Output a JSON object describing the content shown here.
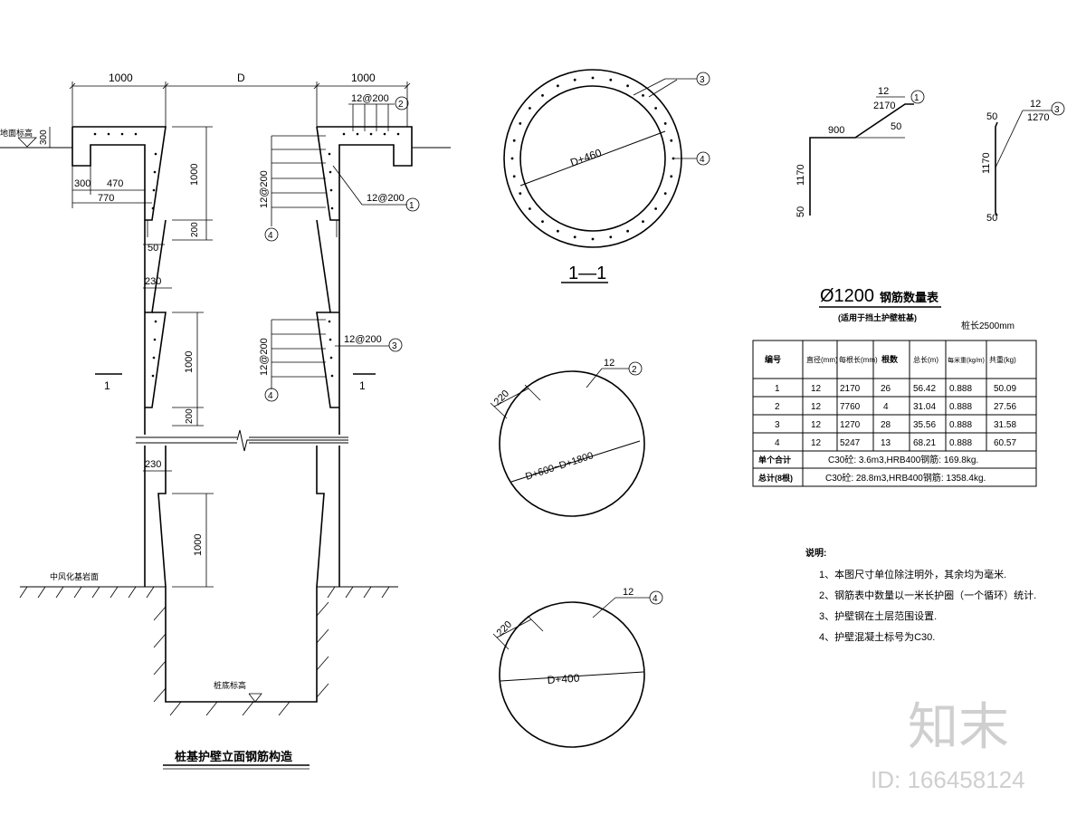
{
  "elevation": {
    "dim_left": "1000",
    "dim_mid": "D",
    "dim_right": "1000",
    "ground_label": "地面标高",
    "ground_dim": "300",
    "dim_300": "300",
    "dim_470": "470",
    "dim_770": "770",
    "dim_1000_a": "1000",
    "dim_200_a": "200",
    "dim_50": "50",
    "dim_230_a": "230",
    "dim_1000_b": "1000",
    "dim_200_b": "200",
    "dim_230_b": "230",
    "dim_1000_c": "1000",
    "rebar_top": "12@200",
    "rebar_top_no": "2",
    "rebar_1": "12@200",
    "rebar_1_no": "1",
    "rebar_vert_1": "12@200",
    "rebar_vert_1_no": "4",
    "rebar_3": "12@200",
    "rebar_3_no": "3",
    "rebar_vert_2": "12@200",
    "rebar_vert_2_no": "4",
    "section_mark_left": "1",
    "section_mark_right": "1",
    "rock_label": "中风化基岩面",
    "bottom_label": "桩底标高",
    "title": "桩基护壁立面钢筋构造"
  },
  "section": {
    "label": "1—1",
    "diameter": "D+460",
    "callout_3": "3",
    "callout_4": "4"
  },
  "ring2": {
    "dim": "220",
    "diameter": "D+600~D+1800",
    "bar": "12",
    "no": "2"
  },
  "ring4": {
    "dim": "220",
    "diameter": "D+400",
    "bar": "12",
    "no": "4"
  },
  "bar1": {
    "dia": "12",
    "len": "2170",
    "no": "1",
    "h": "900",
    "hook": "50",
    "v": "1170",
    "v_hook": "50"
  },
  "bar3": {
    "dia": "12",
    "len": "1270",
    "no": "3",
    "hook_top": "50",
    "v": "1170",
    "hook_bot": "50"
  },
  "table": {
    "title_prefix": "Ø1200",
    "title_suffix": "钢筋数量表",
    "subtitle": "(适用于挡土护壁桩基)",
    "note": "桩长2500mm",
    "headers": [
      "编号",
      "直径(mm)",
      "每根长(mm)",
      "根数",
      "总长(m)",
      "每米重(kg/m)",
      "共重(kg)"
    ],
    "rows": [
      [
        "1",
        "12",
        "2170",
        "26",
        "56.42",
        "0.888",
        "50.09"
      ],
      [
        "2",
        "12",
        "7760",
        "4",
        "31.04",
        "0.888",
        "27.56"
      ],
      [
        "3",
        "12",
        "1270",
        "28",
        "35.56",
        "0.888",
        "31.58"
      ],
      [
        "4",
        "12",
        "5247",
        "13",
        "68.21",
        "0.888",
        "60.57"
      ]
    ],
    "sum1_label": "单个合计",
    "sum1_value": "C30砼: 3.6m3,HRB400钢筋: 169.8kg.",
    "sum2_label": "总计(8根)",
    "sum2_value": "C30砼: 28.8m3,HRB400钢筋: 1358.4kg."
  },
  "notes": {
    "title": "说明:",
    "items": [
      "1、本图尺寸单位除注明外，其余均为毫米.",
      "2、钢筋表中数量以一米长护圈（一个循环）统计.",
      "3、护壁钢在土层范围设置.",
      "4、护壁混凝土标号为C30."
    ]
  },
  "watermark": {
    "logo": "知末",
    "id": "ID: 166458124"
  }
}
